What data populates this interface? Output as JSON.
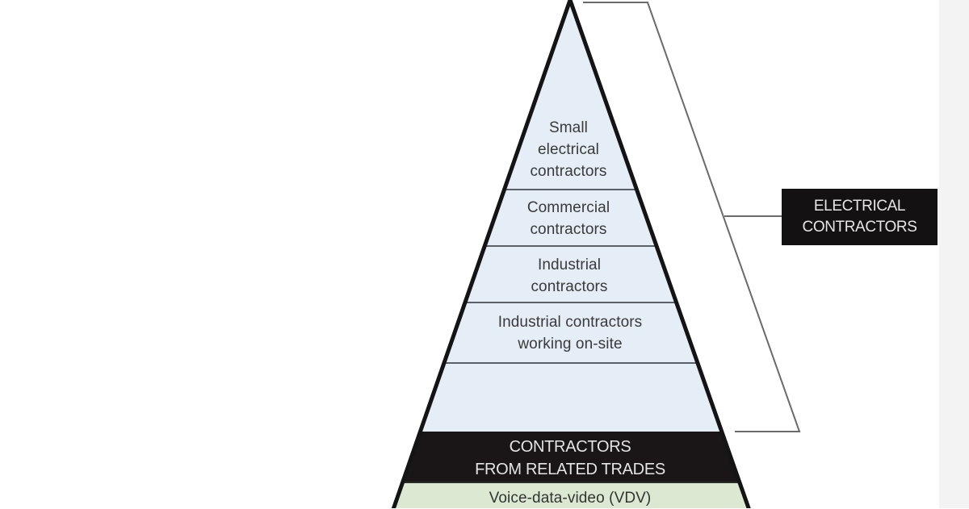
{
  "diagram": {
    "type": "pyramid",
    "layers": [
      {
        "lines": [
          "Small",
          "electrical",
          "contractors"
        ],
        "fill": "#e5edf6",
        "group": "electrical"
      },
      {
        "lines": [
          "Commercial",
          "contractors"
        ],
        "fill": "#e5edf6",
        "group": "electrical"
      },
      {
        "lines": [
          "Industrial",
          "contractors"
        ],
        "fill": "#e5edf6",
        "group": "electrical"
      },
      {
        "lines": [
          "Industrial contractors",
          "working on-site"
        ],
        "fill": "#e5edf6",
        "group": "electrical"
      },
      {
        "lines": [],
        "fill": "#e5edf6",
        "group": "electrical"
      },
      {
        "lines": [
          "CONTRACTORS",
          "FROM RELATED TRADES"
        ],
        "fill": "#1a1617",
        "group": "related"
      },
      {
        "lines": [
          "Voice-data-video (VDV)"
        ],
        "fill": "#dbe9d2",
        "group": "related"
      }
    ],
    "bracket_label": {
      "lines": [
        "ELECTRICAL",
        "CONTRACTORS"
      ]
    },
    "colors": {
      "outline": "#141414",
      "divider": "#5a6068",
      "layer_fill": "#e5edf6",
      "dark_band": "#1a1617",
      "green_band": "#dbe9d2",
      "bracket": "#6a6a6a",
      "label_bg": "#141112"
    }
  }
}
